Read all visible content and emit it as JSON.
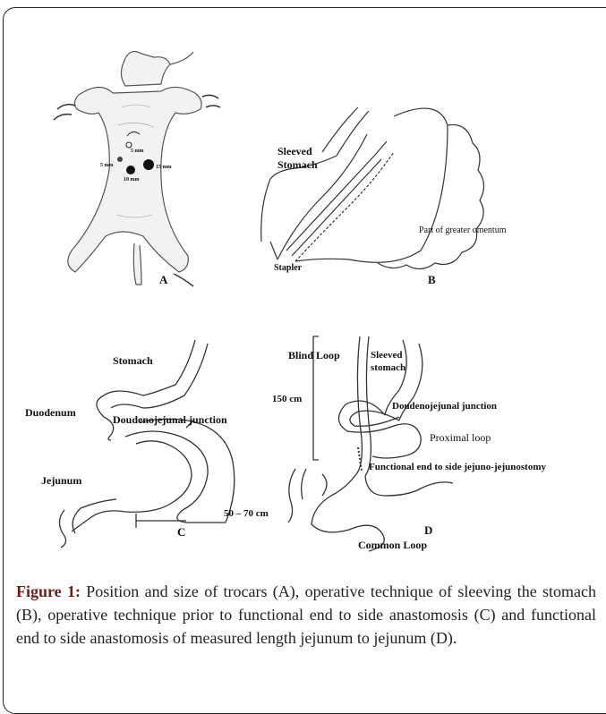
{
  "panel_a": {
    "letter": "A",
    "trocar_labels": [
      "5 mm",
      "5 mm",
      "15 mm",
      "10 mm"
    ]
  },
  "panel_b": {
    "letter": "B",
    "sleeved_stomach": "Sleeved\nStomach",
    "greater_omentum": "Part of greater omentum",
    "stapler": "Stapler"
  },
  "panel_c": {
    "letter": "C",
    "stomach": "Stomach",
    "duodenum": "Duodenum",
    "dj_junction": "Doudenojejunal junction",
    "jejunum": "Jejunum",
    "measure": "50 – 70 cm"
  },
  "panel_d": {
    "letter": "D",
    "blind_loop": "Blind Loop",
    "sleeved_stomach": "Sleeved\nstomach",
    "length": "150 cm",
    "dj_junction": "Doudenojejunal junction",
    "proximal_loop": "Proximal loop",
    "anastomosis": "Functional end to side jejuno-jejunostomy",
    "common_loop": "Common Loop"
  },
  "caption": {
    "figure_label": "Figure 1:",
    "text": " Position and size of trocars (A), operative technique of sleeving the stomach (B), operative technique prior to functional end to side anastomosis (C) and functional end to side anastomosis of measured length jejunum to jejunum (D)."
  }
}
